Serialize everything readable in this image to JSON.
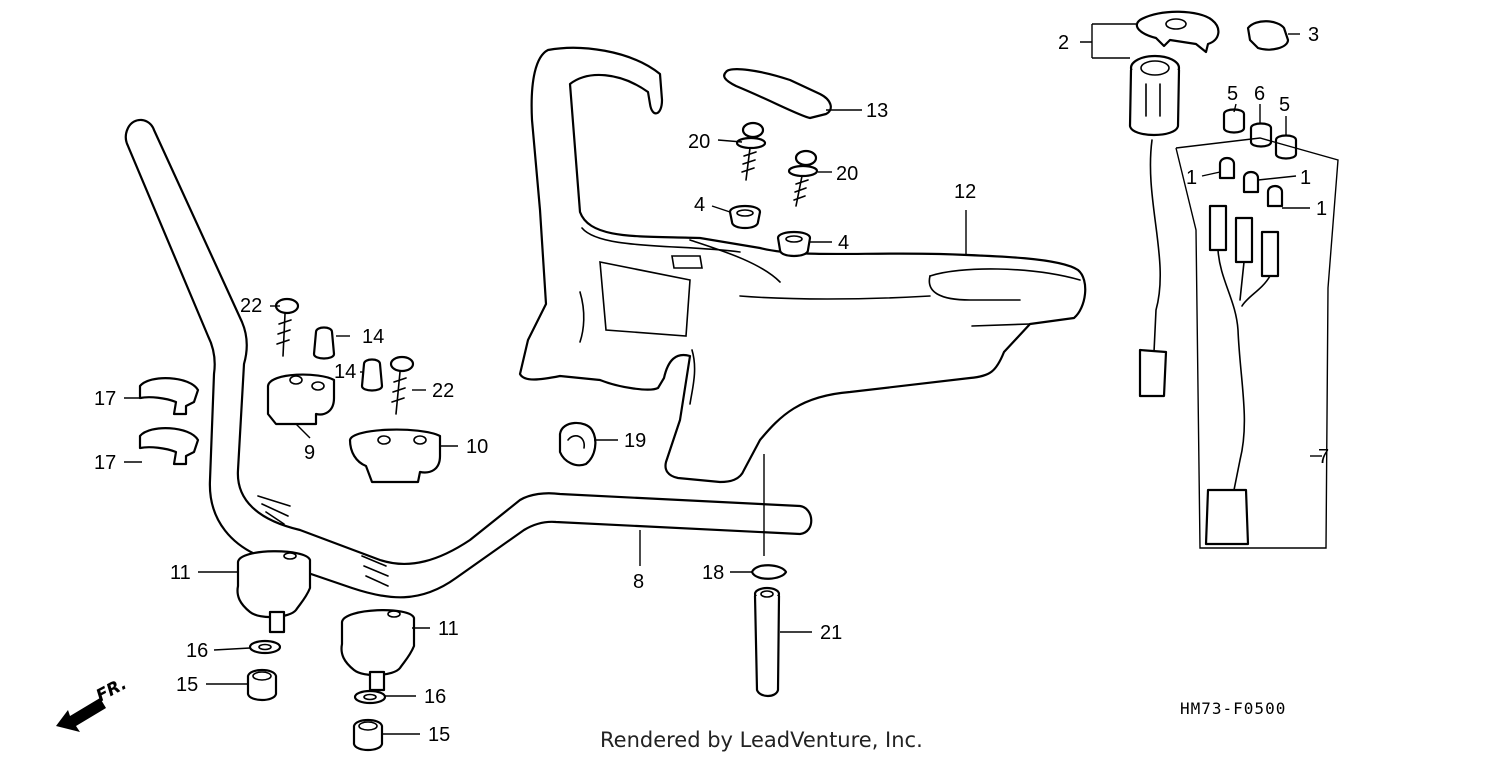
{
  "diagram": {
    "code": "HM73-F0500",
    "credit": "Rendered by LeadVenture, Inc.",
    "direction": "FR.",
    "labels": [
      {
        "id": "l2",
        "text": "2"
      },
      {
        "id": "l3",
        "text": "3"
      },
      {
        "id": "l13",
        "text": "13"
      },
      {
        "id": "l20a",
        "text": "20"
      },
      {
        "id": "l20b",
        "text": "20"
      },
      {
        "id": "l5a",
        "text": "5"
      },
      {
        "id": "l6",
        "text": "6"
      },
      {
        "id": "l5b",
        "text": "5"
      },
      {
        "id": "l1a",
        "text": "1"
      },
      {
        "id": "l1b",
        "text": "1"
      },
      {
        "id": "l1c",
        "text": "1"
      },
      {
        "id": "l4a",
        "text": "4"
      },
      {
        "id": "l4b",
        "text": "4"
      },
      {
        "id": "l12",
        "text": "12"
      },
      {
        "id": "l22a",
        "text": "22"
      },
      {
        "id": "l14a",
        "text": "14"
      },
      {
        "id": "l14b",
        "text": "14"
      },
      {
        "id": "l22b",
        "text": "22"
      },
      {
        "id": "l17a",
        "text": "17"
      },
      {
        "id": "l17b",
        "text": "17"
      },
      {
        "id": "l9",
        "text": "9"
      },
      {
        "id": "l10",
        "text": "10"
      },
      {
        "id": "l19",
        "text": "19"
      },
      {
        "id": "l7",
        "text": "7"
      },
      {
        "id": "l8",
        "text": "8"
      },
      {
        "id": "l18",
        "text": "18"
      },
      {
        "id": "l11a",
        "text": "11"
      },
      {
        "id": "l11b",
        "text": "11"
      },
      {
        "id": "l21",
        "text": "21"
      },
      {
        "id": "l16a",
        "text": "16"
      },
      {
        "id": "l16b",
        "text": "16"
      },
      {
        "id": "l15a",
        "text": "15"
      },
      {
        "id": "l15b",
        "text": "15"
      }
    ]
  }
}
